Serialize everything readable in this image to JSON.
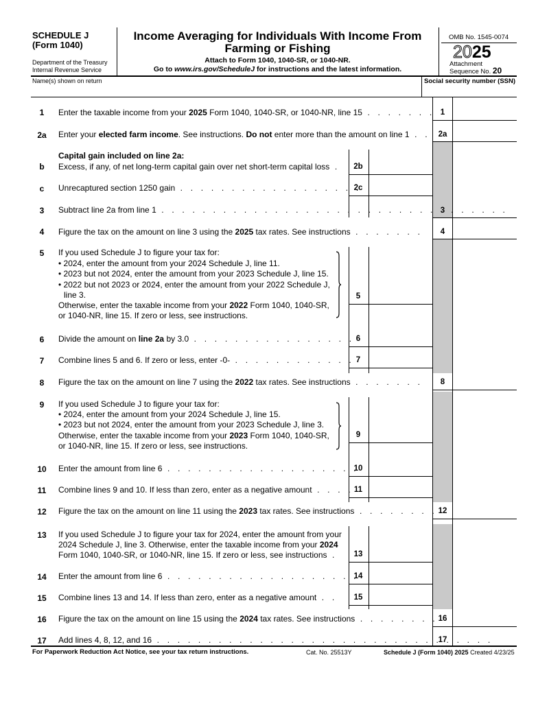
{
  "header": {
    "schedule": "SCHEDULE J",
    "form": "(Form 1040)",
    "dept1": "Department of the Treasury",
    "dept2": "Internal Revenue Service",
    "title1": "Income Averaging for Individuals With Income From",
    "title2": "Farming or Fishing",
    "attach": "Attach to Form 1040, 1040-SR, or 1040-NR.",
    "goto_pre": "Go to ",
    "goto_url": "www.irs.gov/ScheduleJ",
    "goto_post": " for instructions and the latest information.",
    "omb": "OMB No. 1545-0074",
    "year_outline": "20",
    "year_bold": "25",
    "attachment": "Attachment",
    "sequence": "Sequence No. ",
    "sequence_no": "20",
    "name_label": "Name(s) shown on return",
    "ssn_label": "Social security number (SSN)"
  },
  "lines": {
    "l1": {
      "num": "1",
      "a": "Enter the taxable income from your ",
      "b": "2025",
      "c": " Form 1040, 1040-SR, or 1040-NR, line 15",
      "box": "1"
    },
    "l2a": {
      "num": "2a",
      "a": "Enter your ",
      "b": "elected farm income",
      "c": ". See instructions. ",
      "d": "Do not",
      "e": " enter more than the amount on line 1",
      "box": "2a"
    },
    "l2head": "Capital gain included on line 2a:",
    "l2b": {
      "num": "b",
      "text": "Excess, if any, of net long-term capital gain over net short-term capital loss",
      "box": "2b"
    },
    "l2c": {
      "num": "c",
      "text": "Unrecaptured section 1250 gain",
      "box": "2c"
    },
    "l3": {
      "num": "3",
      "text": "Subtract line 2a from line 1",
      "box": "3"
    },
    "l4": {
      "num": "4",
      "a": "Figure the tax on the amount on line 3 using the ",
      "b": "2025",
      "c": " tax rates. See instructions",
      "box": "4"
    },
    "l5": {
      "num": "5",
      "t1": "If you used Schedule J to figure your tax for:",
      "t2": "• 2024, enter the amount from your 2024 Schedule J, line 11.",
      "t3": "• 2023 but not 2024, enter the amount from your 2023 Schedule J, line 15.",
      "t4": "• 2022 but not 2023 or 2024, enter the amount from your 2022 Schedule J,",
      "t5": "line 3.",
      "t6a": "Otherwise, enter the taxable income from your ",
      "t6b": "2022",
      "t6c": " Form 1040, 1040-SR,",
      "t7": "or 1040-NR, line 15. If zero or less, see instructions.",
      "box": "5"
    },
    "l6": {
      "num": "6",
      "a": "Divide the amount on ",
      "b": "line 2a",
      "c": " by 3.0",
      "box": "6"
    },
    "l7": {
      "num": "7",
      "text": "Combine lines 5 and 6. If zero or less, enter -0-",
      "box": "7"
    },
    "l8": {
      "num": "8",
      "a": "Figure the tax on the amount on line 7 using the ",
      "b": "2022",
      "c": " tax rates. See instructions",
      "box": "8"
    },
    "l9": {
      "num": "9",
      "t1": "If you used Schedule J to figure your tax for:",
      "t2": "• 2024, enter the amount from your 2024 Schedule J, line 15.",
      "t3": "• 2023 but not 2024, enter the amount from your 2023 Schedule J, line 3.",
      "t4a": "Otherwise, enter the taxable income from your ",
      "t4b": "2023",
      "t4c": " Form 1040, 1040-SR,",
      "t5": "or 1040-NR, line 15. If zero or less, see instructions.",
      "box": "9"
    },
    "l10": {
      "num": "10",
      "text": "Enter the amount from line 6",
      "box": "10"
    },
    "l11": {
      "num": "11",
      "text": "Combine lines 9 and 10. If less than zero, enter as a negative amount",
      "box": "11"
    },
    "l12": {
      "num": "12",
      "a": "Figure the tax on the amount on line 11 using the ",
      "b": "2023",
      "c": " tax rates. See instructions",
      "box": "12"
    },
    "l13": {
      "num": "13",
      "t1": "If you used Schedule J to figure your tax for 2024, enter the amount from your",
      "t2a": "2024 Schedule J, line 3. Otherwise, enter the taxable income from your ",
      "t2b": "2024",
      "t3": "Form 1040, 1040-SR, or 1040-NR, line 15. If zero or less, see instructions",
      "box": "13"
    },
    "l14": {
      "num": "14",
      "text": "Enter the amount from line 6",
      "box": "14"
    },
    "l15": {
      "num": "15",
      "text": "Combine lines 13 and 14. If less than zero, enter as a negative amount",
      "box": "15"
    },
    "l16": {
      "num": "16",
      "a": "Figure the tax on the amount on line 15 using the ",
      "b": "2024",
      "c": " tax rates. See instructions",
      "box": "16"
    },
    "l17": {
      "num": "17",
      "text": "Add lines 4, 8, 12, and 16",
      "box": "17"
    }
  },
  "footer": {
    "left": "For Paperwork Reduction Act Notice, see your tax return instructions.",
    "cat": "Cat. No. 25513Y",
    "right_bold": "Schedule J (Form 1040) 2025",
    "right_normal": " Created 4/23/25"
  }
}
